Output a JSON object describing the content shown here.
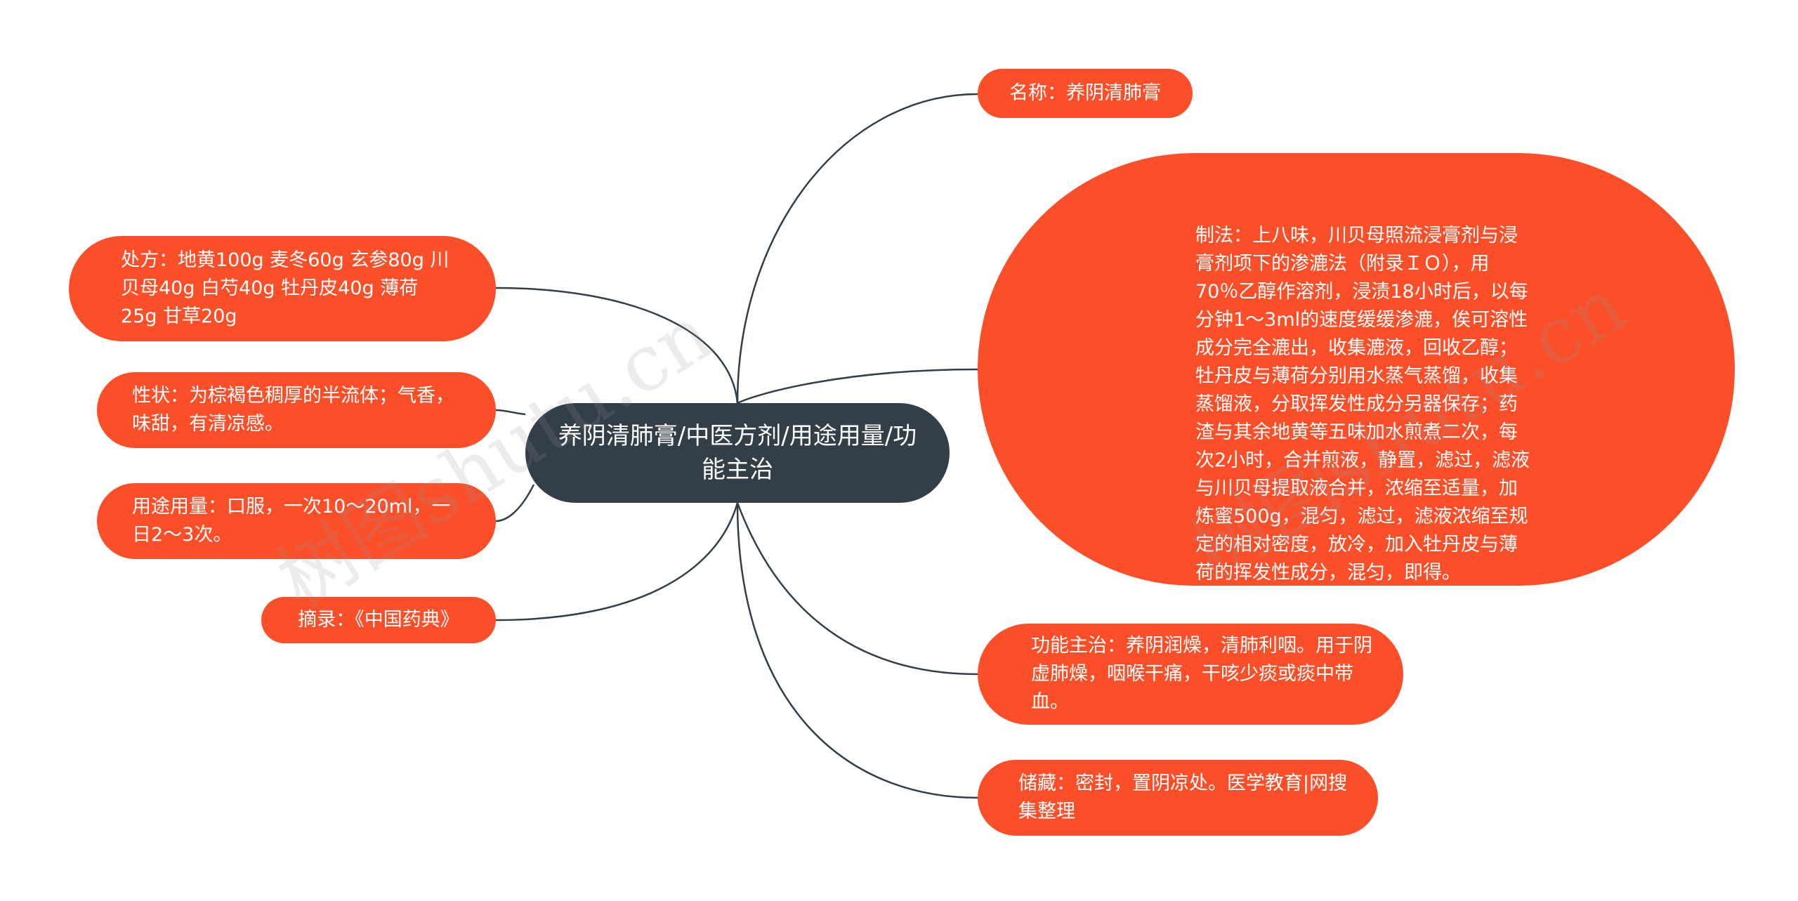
{
  "center": {
    "label": "养阴清肺膏/中医方剂/用途用量/功能主治"
  },
  "nodes": {
    "name": {
      "label": "名称：养阴清肺膏"
    },
    "prep": {
      "label": "制法：上八味，川贝母照流浸膏剂与浸膏剂项下的渗漉法（附录ＩＯ），用70％乙醇作溶剂，浸渍18小时后，以每分钟1～3ml的速度缓缓渗漉，俟可溶性成分完全漉出，收集漉液，回收乙醇；牡丹皮与薄荷分别用水蒸气蒸馏，收集蒸馏液，分取挥发性成分另器保存；药渣与其余地黄等五味加水煎煮二次，每次2小时，合并煎液，静置，滤过，滤液与川贝母提取液合并，浓缩至适量，加炼蜜500g，混匀，滤过，滤液浓缩至规定的相对密度，放冷，加入牡丹皮与薄荷的挥发性成分，混匀，即得。"
    },
    "recipe": {
      "label": "处方：地黄100g 麦冬60g 玄参80g 川贝母40g 白芍40g 牡丹皮40g 薄荷25g 甘草20g"
    },
    "prop": {
      "label": "性状：为棕褐色稠厚的半流体；气香，味甜，有清凉感。"
    },
    "usage": {
      "label": "用途用量：口服，一次10～20ml，一日2～3次。"
    },
    "excerpt": {
      "label": "摘录：《中国药典》"
    },
    "func": {
      "label": "功能主治：养阴润燥，清肺利咽。用于阴虚肺燥，咽喉干痛，干咳少痰或痰中带血。"
    },
    "store": {
      "label": "储藏：密封，置阴凉处。医学教育|网搜集整理"
    }
  },
  "watermark": {
    "text": "树图shutu.cn"
  },
  "colors": {
    "node_fill": "#fa4f29",
    "center_fill": "#323e48",
    "edge": "#323e48",
    "text": "#ffffff"
  }
}
